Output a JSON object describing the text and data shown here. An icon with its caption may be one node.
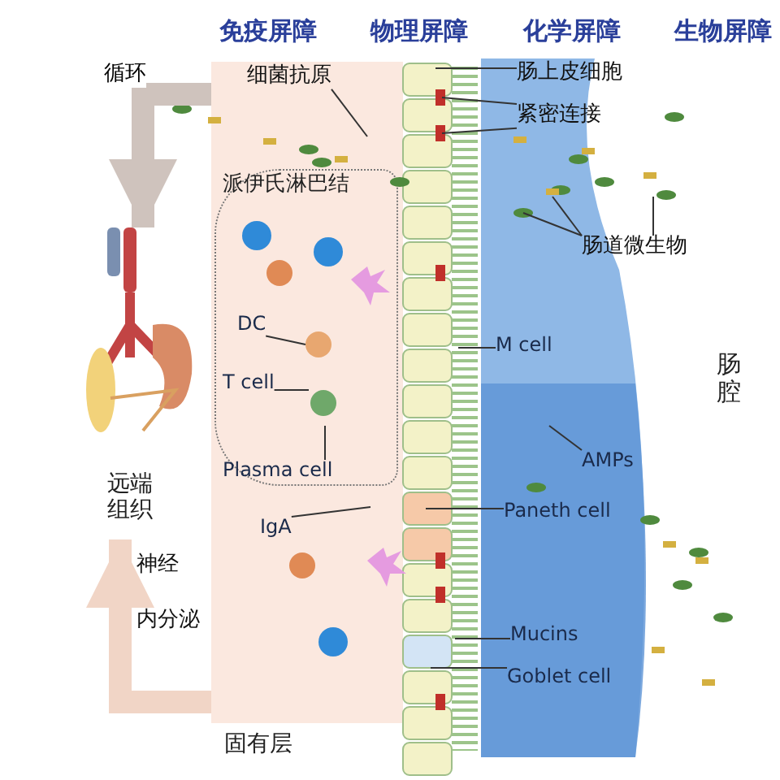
{
  "diagram": {
    "nodes": [
      {
        "text": [
          "固有层"
        ]
      },
      {
        "text": [
          "派伊氏淋巴结"
        ],
        "in": 0
      },
      {
        "text": [
          "远端组织"
        ]
      },
      {
        "text": [
          "肠腔"
        ]
      },
      {
        "text": [
          "细菌抗原"
        ],
        "in": 0
      },
      {
        "text": [
          "肠上皮细胞"
        ],
        "in": 3
      },
      {
        "text": [
          "紧密连接"
        ],
        "in": 3
      },
      {
        "text": [
          "肠道微生物"
        ],
        "in": 3
      },
      {
        "text": [
          "DC"
        ],
        "in": 1
      },
      {
        "text": [
          "T cell"
        ],
        "in": 1
      },
      {
        "text": [
          "Plasma cell"
        ],
        "in": 1
      },
      {
        "text": [
          "M cell"
        ],
        "in": 3
      },
      {
        "text": [
          "AMPs"
        ],
        "in": 3
      },
      {
        "text": [
          "IgA"
        ],
        "in": 0
      },
      {
        "text": [
          "Paneth cell"
        ],
        "in": 3
      },
      {
        "text": [
          "Mucins"
        ],
        "in": 3
      },
      {
        "text": [
          "Goblet cell"
        ],
        "in": 3
      }
    ],
    "edges": [
      {
        "from": 0,
        "to": 2,
        "arrow": "to",
        "label": "循环",
        "style": "thick",
        "color": "#cfc3bd"
      },
      {
        "from": 0,
        "to": 2,
        "arrow": "to",
        "style": "thick",
        "color": "#f1d5c6"
      },
      {
        "from": 4,
        "to": null,
        "arrow": "none"
      },
      {
        "from": 5,
        "to": null,
        "arrow": "none"
      },
      {
        "from": 6,
        "to": null,
        "arrow": "none"
      },
      {
        "from": 6,
        "to": null,
        "arrow": "none"
      },
      {
        "from": 7,
        "to": null,
        "arrow": "none"
      },
      {
        "from": 7,
        "to": null,
        "arrow": "none"
      },
      {
        "from": 7,
        "to": null,
        "arrow": "none"
      },
      {
        "from": 8,
        "to": null,
        "arrow": "none"
      },
      {
        "from": 9,
        "to": null,
        "arrow": "none"
      },
      {
        "from": 10,
        "to": null,
        "arrow": "none"
      },
      {
        "from": 11,
        "to": null,
        "arrow": "none"
      },
      {
        "from": 12,
        "to": null,
        "arrow": "none"
      },
      {
        "from": 13,
        "to": null,
        "arrow": "none"
      },
      {
        "from": 14,
        "to": null,
        "arrow": "none"
      },
      {
        "from": 15,
        "to": null,
        "arrow": "none"
      },
      {
        "from": 16,
        "to": null,
        "arrow": "none"
      }
    ],
    "labels": [
      "免疫屏障",
      "物理屏障",
      "化学屏障",
      "生物屏障",
      "神经",
      "内分泌"
    ]
  }
}
